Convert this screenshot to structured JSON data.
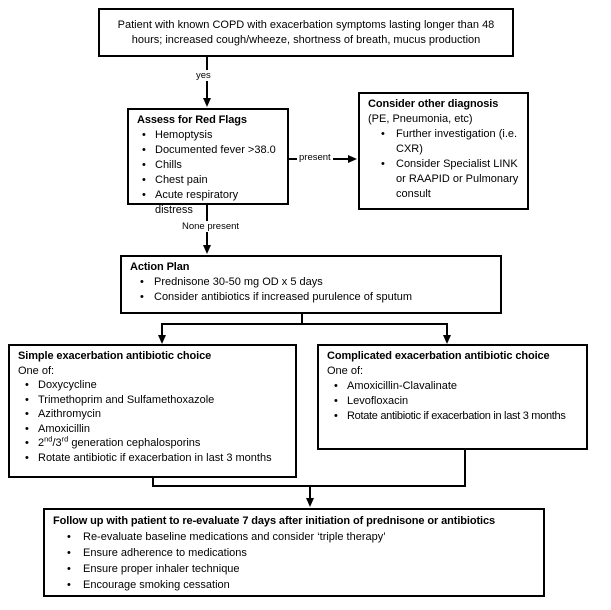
{
  "colors": {
    "line": "#000000",
    "background": "#ffffff",
    "text": "#000000"
  },
  "labels": {
    "yes": "yes",
    "present": "present",
    "none_present": "None present"
  },
  "boxes": {
    "patient": {
      "text": "Patient with known COPD with exacerbation symptoms lasting longer than 48 hours; increased cough/wheeze, shortness of breath, mucus production"
    },
    "red_flags": {
      "title": "Assess for Red Flags",
      "items": [
        "Hemoptysis",
        "Documented fever >38.0",
        "Chills",
        "Chest pain",
        "Acute respiratory distress"
      ]
    },
    "other_diagnosis": {
      "title_bold": "Consider other diagnosis",
      "title_tail": " (PE, Pneumonia, etc)",
      "items": [
        "Further investigation (i.e. CXR)",
        "Consider Specialist LINK or RAAPID or Pulmonary consult"
      ]
    },
    "action_plan": {
      "title": "Action Plan",
      "items": [
        "Prednisone 30-50 mg OD x 5 days",
        "Consider antibiotics if increased purulence of sputum"
      ]
    },
    "simple": {
      "title": "Simple exacerbation antibiotic choice",
      "subtitle": "One of:",
      "items": [
        "Doxycycline",
        "Trimethoprim and Sulfamethoxazole",
        "Azithromycin",
        "Amoxicillin"
      ],
      "ceph": {
        "a": "2",
        "a_sup": "nd",
        "b": "/3",
        "b_sup": "rd",
        "c": " generation cephalosporins"
      },
      "rotate": "Rotate antibiotic if exacerbation in last 3 months"
    },
    "complicated": {
      "title": "Complicated exacerbation antibiotic choice",
      "subtitle": "One of:",
      "items": [
        "Amoxicillin-Clavalinate",
        "Levofloxacin",
        "Rotate antibiotic if exacerbation in last 3 months"
      ]
    },
    "followup": {
      "title": "Follow up with patient to re-evaluate 7 days after initiation of prednisone or antibiotics",
      "items": [
        "Re-evaluate baseline medications and consider ‘triple therapy’",
        "Ensure adherence to medications",
        "Ensure proper inhaler technique",
        "Encourage smoking cessation"
      ]
    }
  }
}
